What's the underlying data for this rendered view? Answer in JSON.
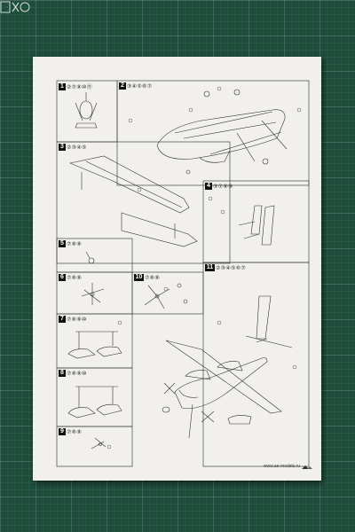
{
  "sheet": {
    "steps": [
      {
        "num": "1",
        "codes": "②⑦⑧⑩⑪"
      },
      {
        "num": "2",
        "codes": "③④⑤⑥⑦"
      },
      {
        "num": "3",
        "codes": "②③④⑤"
      },
      {
        "num": "4",
        "codes": "③⑦⑧⑨"
      },
      {
        "num": "5",
        "codes": "⑦⑧⑨"
      },
      {
        "num": "6",
        "codes": "⑦⑧⑨"
      },
      {
        "num": "7",
        "codes": "⑦⑧⑨⑩"
      },
      {
        "num": "8",
        "codes": "⑦⑧⑨⑩"
      },
      {
        "num": "9",
        "codes": "⑦⑧⑨"
      },
      {
        "num": "10",
        "codes": "⑦⑧⑨"
      },
      {
        "num": "11",
        "codes": "②③④⑤⑥⑦"
      }
    ],
    "footer_url": "www.ae-models.ru"
  },
  "colors": {
    "mat": "#1f4d3c",
    "paper": "#f1f0ec",
    "ink": "#111111"
  },
  "icons": [
    "assembly-diagram",
    "brand-logo",
    "corner-watermark-icon"
  ]
}
